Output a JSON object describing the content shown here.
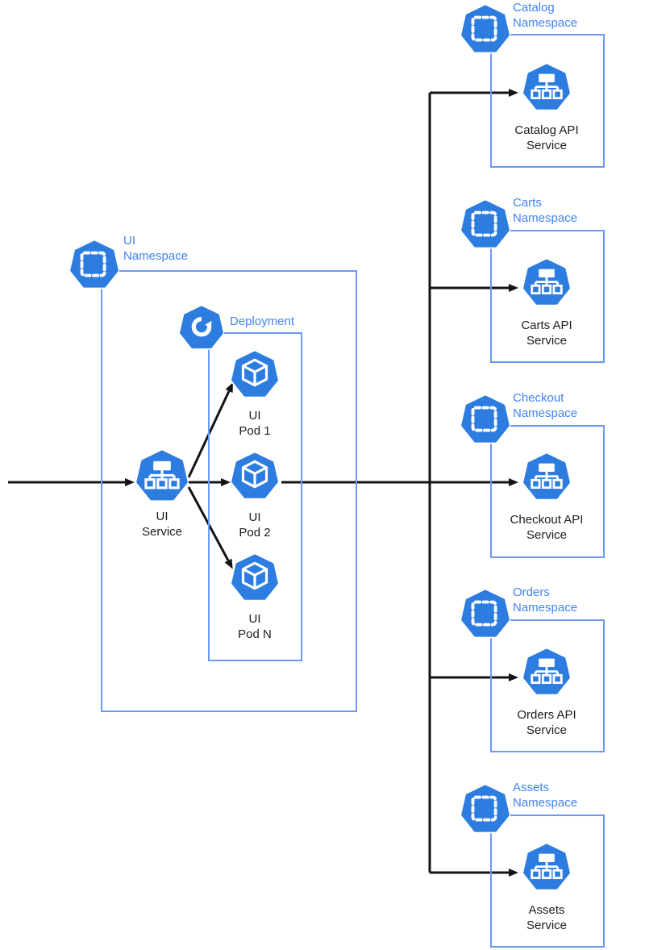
{
  "colors": {
    "icon_blue": "#2D7CE0",
    "border_blue": "#6C99F4",
    "label_blue": "#4183F2",
    "line_black": "#141414",
    "text_dark": "#1D1D1F",
    "background": "#FFFFFF"
  },
  "diagram": {
    "ui_namespace": {
      "label_line1": "UI",
      "label_line2": "Namespace"
    },
    "deployment": {
      "label": "Deployment"
    },
    "ui_service": {
      "label_line1": "UI",
      "label_line2": "Service"
    },
    "pods": [
      {
        "label_line1": "UI",
        "label_line2": "Pod 1"
      },
      {
        "label_line1": "UI",
        "label_line2": "Pod 2"
      },
      {
        "label_line1": "UI",
        "label_line2": "Pod N"
      }
    ],
    "namespaces": [
      {
        "name_line1": "Catalog",
        "name_line2": "Namespace",
        "service_line1": "Catalog API",
        "service_line2": "Service"
      },
      {
        "name_line1": "Carts",
        "name_line2": "Namespace",
        "service_line1": "Carts API",
        "service_line2": "Service"
      },
      {
        "name_line1": "Checkout",
        "name_line2": "Namespace",
        "service_line1": "Checkout API",
        "service_line2": "Service"
      },
      {
        "name_line1": "Orders",
        "name_line2": "Namespace",
        "service_line1": "Orders API",
        "service_line2": "Service"
      },
      {
        "name_line1": "Assets",
        "name_line2": "Namespace",
        "service_line1": "Assets",
        "service_line2": "Service"
      }
    ],
    "icons": {
      "namespace": "kubernetes-namespace-icon",
      "deployment": "kubernetes-deployment-icon",
      "service": "kubernetes-service-icon",
      "pod": "kubernetes-pod-icon"
    }
  }
}
